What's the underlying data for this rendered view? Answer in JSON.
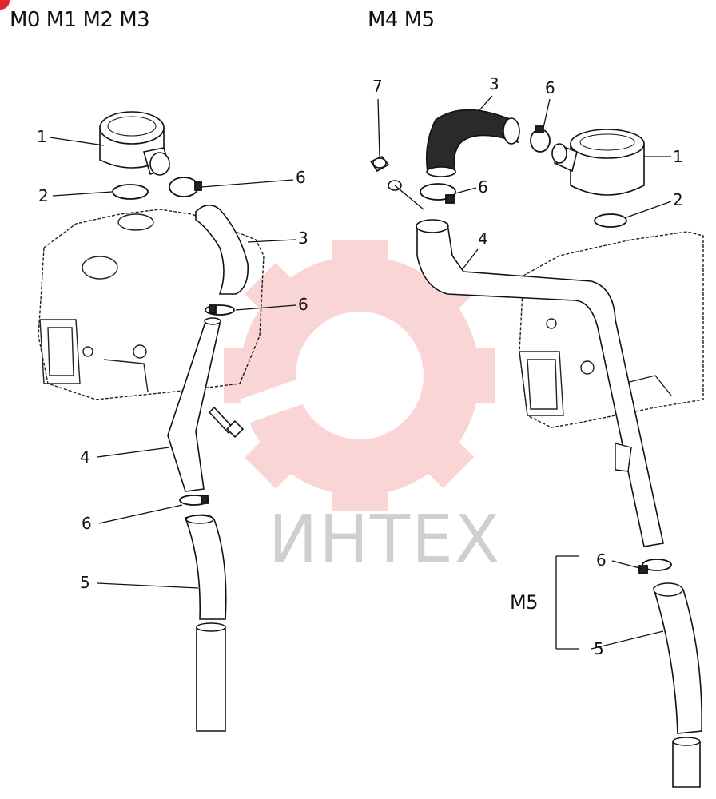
{
  "headers": {
    "left": "M0 M1 M2 M3",
    "right": "M4 M5"
  },
  "watermark": {
    "text": "ИНТЕХ",
    "color": "#e8464b"
  },
  "variant_group": {
    "label": "M5"
  },
  "callouts_left": [
    "1",
    "2",
    "6",
    "3",
    "6",
    "4",
    "6",
    "5"
  ],
  "callouts_right": [
    "7",
    "3",
    "6",
    "6",
    "1",
    "2",
    "4",
    "6",
    "5"
  ]
}
